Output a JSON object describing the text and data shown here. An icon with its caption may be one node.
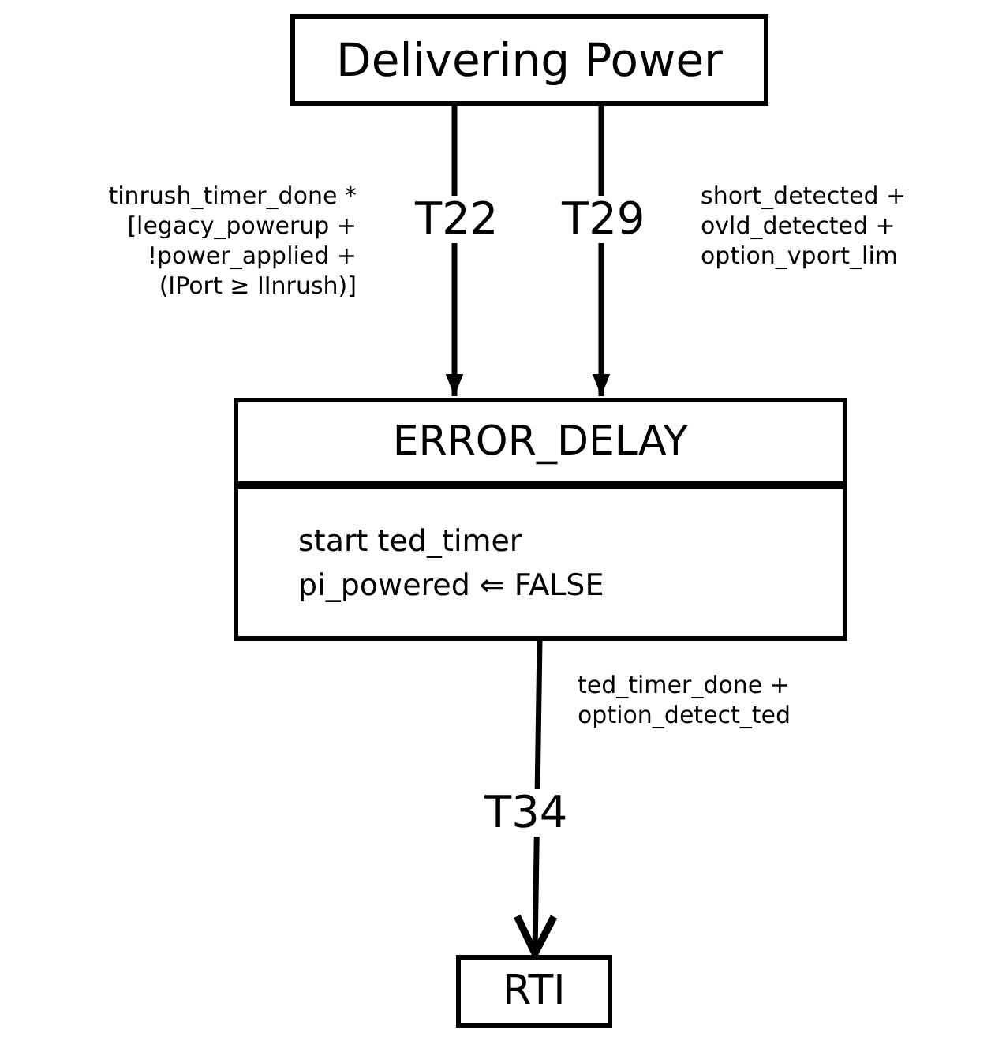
{
  "diagram": {
    "nodes": [
      {
        "text": [
          "Delivering Power"
        ]
      },
      {
        "text": [
          "ERROR_DELAY",
          "start ted_timer",
          "pi_powered ⇐ FALSE"
        ]
      },
      {
        "text": [
          "RTI"
        ]
      }
    ],
    "edges": [
      {
        "from": 0,
        "to": 1,
        "arrow": "to",
        "label": "T22"
      },
      {
        "from": 0,
        "to": 1,
        "arrow": "to",
        "label": "T29"
      },
      {
        "from": 1,
        "to": 2,
        "arrow": "to",
        "label": "T34"
      }
    ],
    "labels": [
      "tinrush_timer_done * [legacy_powerup + !power_applied + (IPort ≥ IInrush)]",
      "short_detected + ovld_detected + option_vport_lim",
      "ted_timer_done + option_detect_ted"
    ]
  }
}
